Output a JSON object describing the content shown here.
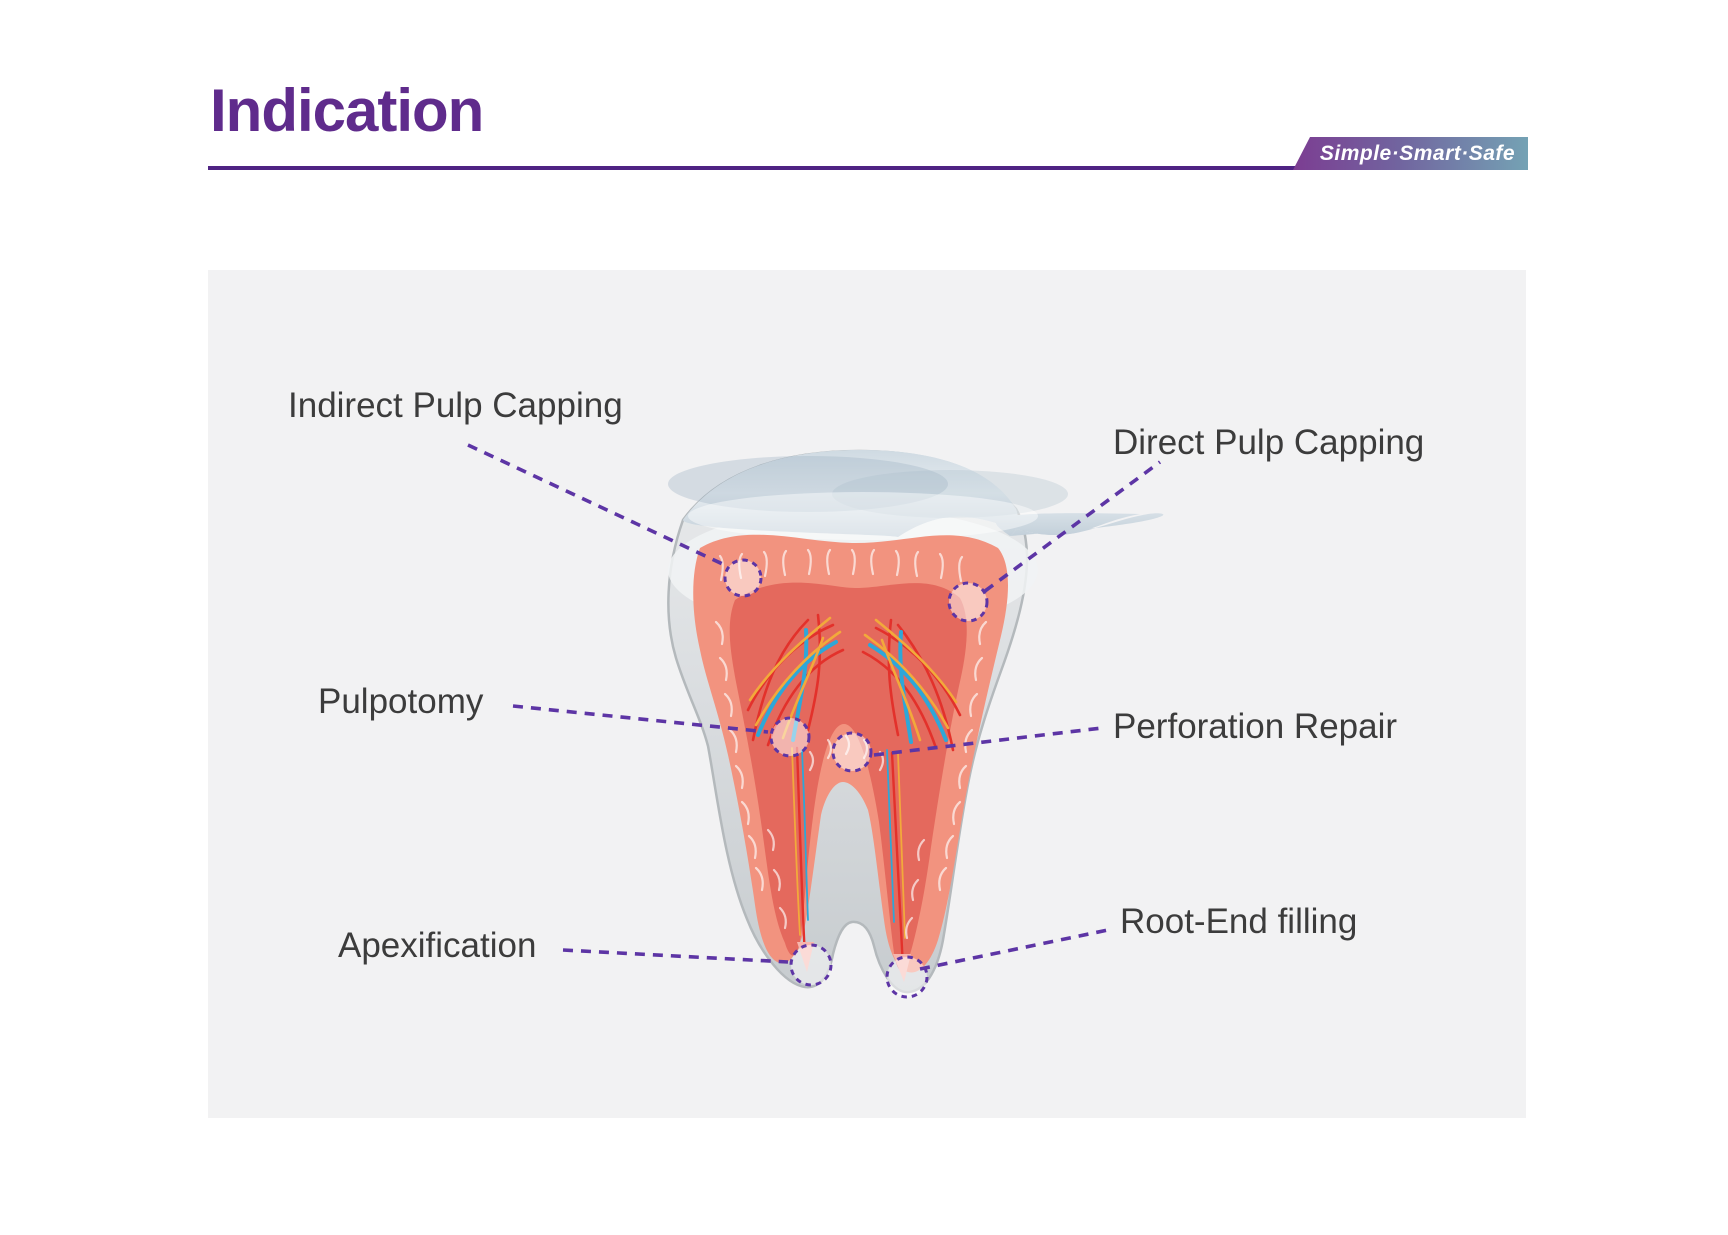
{
  "header": {
    "title": "Indication",
    "tagline": "Simple·Smart·Safe"
  },
  "diagram": {
    "name": "tooth-cross-section",
    "labels": [
      {
        "id": "indirect",
        "text": "Indirect Pulp Capping"
      },
      {
        "id": "direct",
        "text": "Direct Pulp Capping"
      },
      {
        "id": "pulpotomy",
        "text": "Pulpotomy"
      },
      {
        "id": "perforation",
        "text": "Perforation Repair"
      },
      {
        "id": "apexification",
        "text": "Apexification"
      },
      {
        "id": "rootend",
        "text": "Root-End filling"
      }
    ],
    "colors": {
      "accent_purple": "#5f2b8c",
      "rule_purple": "#4f2383",
      "leader_purple": "#5d35a5",
      "badge_gradient_start": "#7c3d92",
      "badge_gradient_end": "#74a2b4",
      "panel_background": "#f2f2f3",
      "label_text": "#3c3c3c",
      "tooth_body_gray": "#d6dadc",
      "enamel_blue": "#bac8d4",
      "dentin_salmon": "#f2937f",
      "pulp_red": "#e4695d",
      "vessel_red": "#e3312b",
      "vessel_blue": "#2ea7d8",
      "vessel_yellow": "#f2a93b"
    }
  }
}
